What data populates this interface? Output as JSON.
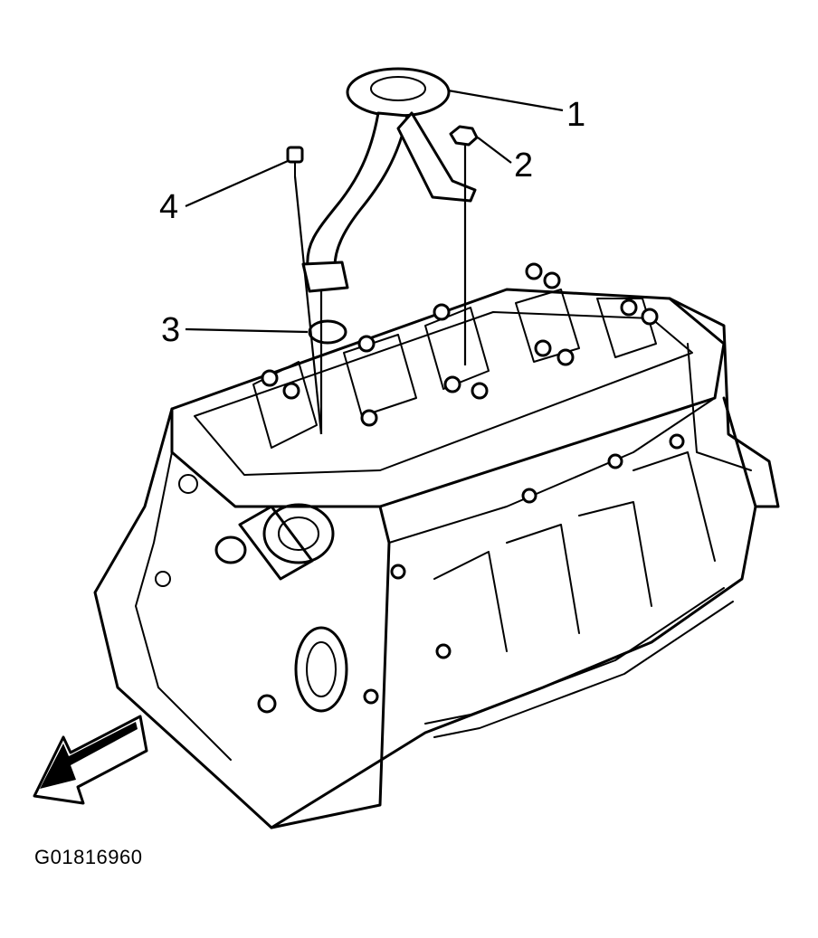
{
  "callouts": [
    {
      "id": "1",
      "label": "1"
    },
    {
      "id": "2",
      "label": "2"
    },
    {
      "id": "3",
      "label": "3"
    },
    {
      "id": "4",
      "label": "4"
    }
  ],
  "figure_id": "G01816960",
  "icons": {
    "direction_arrow": "front-direction-arrow-icon"
  }
}
